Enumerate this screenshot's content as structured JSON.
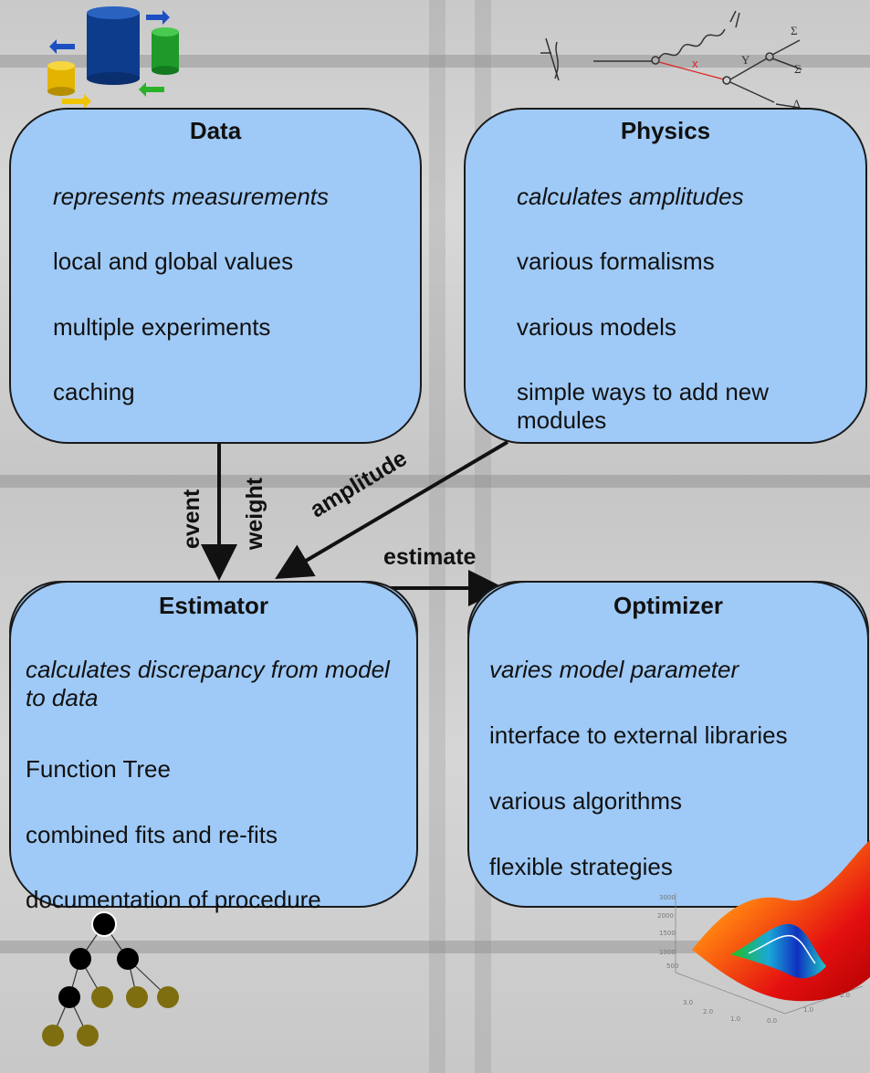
{
  "data_box": {
    "title": "Data",
    "lines": [
      "represents measurements",
      "local and global values",
      "multiple experiments",
      "caching"
    ]
  },
  "physics_box": {
    "title": "Physics",
    "lines": [
      "calculates amplitudes",
      "various formalisms",
      "various models",
      "simple ways to add new modules"
    ]
  },
  "estimator_box": {
    "title": "Estimator",
    "lines": [
      "calculates discrepancy from model to data",
      "Function Tree",
      "combined fits and re-fits",
      "documentation of procedure"
    ]
  },
  "optimizer_box": {
    "title": "Optimizer",
    "lines": [
      "varies model parameter",
      "interface to external libraries",
      "various algorithms",
      "flexible strategies"
    ]
  },
  "arrows": {
    "event": "event",
    "weight": "weight",
    "amplitude": "amplitude",
    "estimate": "estimate"
  },
  "icons": [
    "database-icon",
    "feynman-diagram-icon",
    "function-tree-icon",
    "surface-plot-icon"
  ],
  "colors": {
    "box_fill": "#9fcaf7",
    "box_border": "#1a1a1a"
  }
}
